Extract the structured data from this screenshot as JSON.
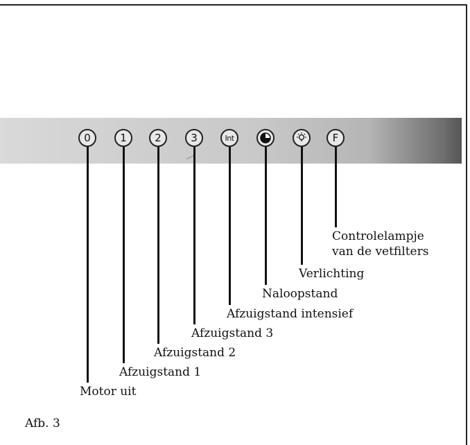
{
  "buttons": [
    {
      "key": "btn_0",
      "text": "0"
    },
    {
      "key": "btn_1",
      "text": "1"
    },
    {
      "key": "btn_2",
      "text": "2"
    },
    {
      "key": "btn_3",
      "text": "3"
    },
    {
      "key": "btn_int",
      "text": "Int"
    },
    {
      "key": "btn_naloop",
      "icon": "half-circle-icon"
    },
    {
      "key": "btn_light",
      "icon": "lamp-icon"
    },
    {
      "key": "btn_f",
      "text": "F"
    }
  ],
  "labels": {
    "motor_uit": "Motor uit",
    "afzuigstand_1": "Afzuigstand 1",
    "afzuigstand_2": "Afzuigstand 2",
    "afzuigstand_3": "Afzuigstand 3",
    "afzuigstand_intensief": "Afzuigstand intensief",
    "naloopstand": "Naloopstand",
    "verlichting": "Verlichting",
    "controlelampje_line1": "Controlelampje",
    "controlelampje_line2": "van de vetfilters"
  },
  "caption": "Afb. 3"
}
